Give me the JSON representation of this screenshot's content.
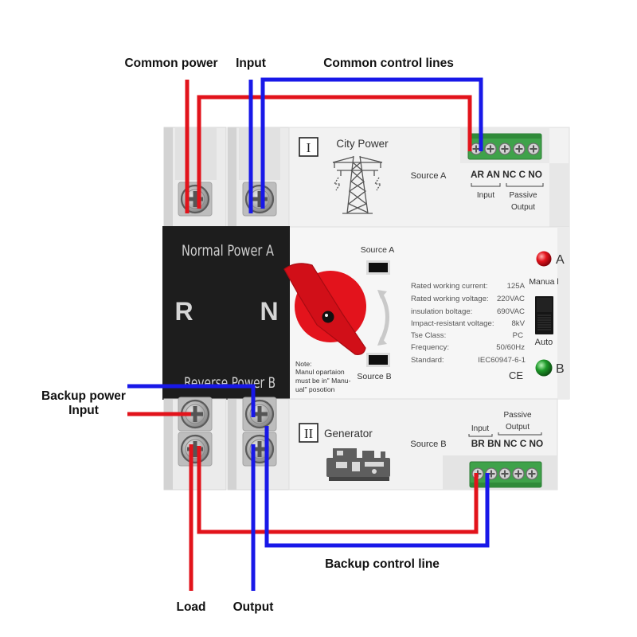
{
  "annotations": {
    "common_power": "Common power",
    "input_top": "Input",
    "common_control_lines": "Common control lines",
    "backup_power": "Backup power",
    "backup_input": "Input",
    "backup_control_line": "Backup control line",
    "load": "Load",
    "output": "Output"
  },
  "source_a_module": {
    "numeral": "I",
    "name": "City Power",
    "source_label": "Source A",
    "terminal_labels": "AR AN NC C NO",
    "input_label": "Input",
    "passive_label": "Passive",
    "output_label": "Output"
  },
  "front_panel": {
    "top_label": "Normal Power A",
    "left_pole": "R",
    "right_pole": "N",
    "bottom_label": "Reverse Power B"
  },
  "controls": {
    "indicator_a_label": "Source A",
    "indicator_b_label": "Source B",
    "note_lines": [
      "Note:",
      "Manul opartaion",
      "must be in\" Manu-",
      "ual\" posotion"
    ],
    "led_a_label": "A",
    "manual_label": "Manua l",
    "auto_label": "Auto",
    "led_b_label": "B"
  },
  "specs": [
    {
      "label": "Rated working current:",
      "value": "125A"
    },
    {
      "label": "Rated working voltage:",
      "value": "220VAC"
    },
    {
      "label": "insulation boltage:",
      "value": "690VAC"
    },
    {
      "label": "Impact-resistant voltage:",
      "value": "8kV"
    },
    {
      "label": "Tse Class:",
      "value": "PC"
    },
    {
      "label": "Frequency:",
      "value": "50/60Hz"
    },
    {
      "label": "Standard:",
      "value": "IEC60947-6-1"
    }
  ],
  "ce_mark": "CE",
  "source_b_module": {
    "numeral": "II",
    "name": "Generator",
    "source_label": "Source B",
    "terminal_labels": "BR BN NC C NO",
    "input_label": "Input",
    "passive_label": "Passive",
    "output_label": "Output"
  },
  "icons": {
    "source_a_icon": "transmission-tower-icon",
    "source_b_icon": "generator-icon"
  },
  "colors": {
    "wire_red": "#e2131b",
    "wire_blue": "#1818e8",
    "terminal_green": "#3fa24a",
    "panel_black": "#1d1d1d",
    "knob_red": "#e3131c",
    "led_red": "#e3131c",
    "led_green": "#1f9a2a"
  }
}
